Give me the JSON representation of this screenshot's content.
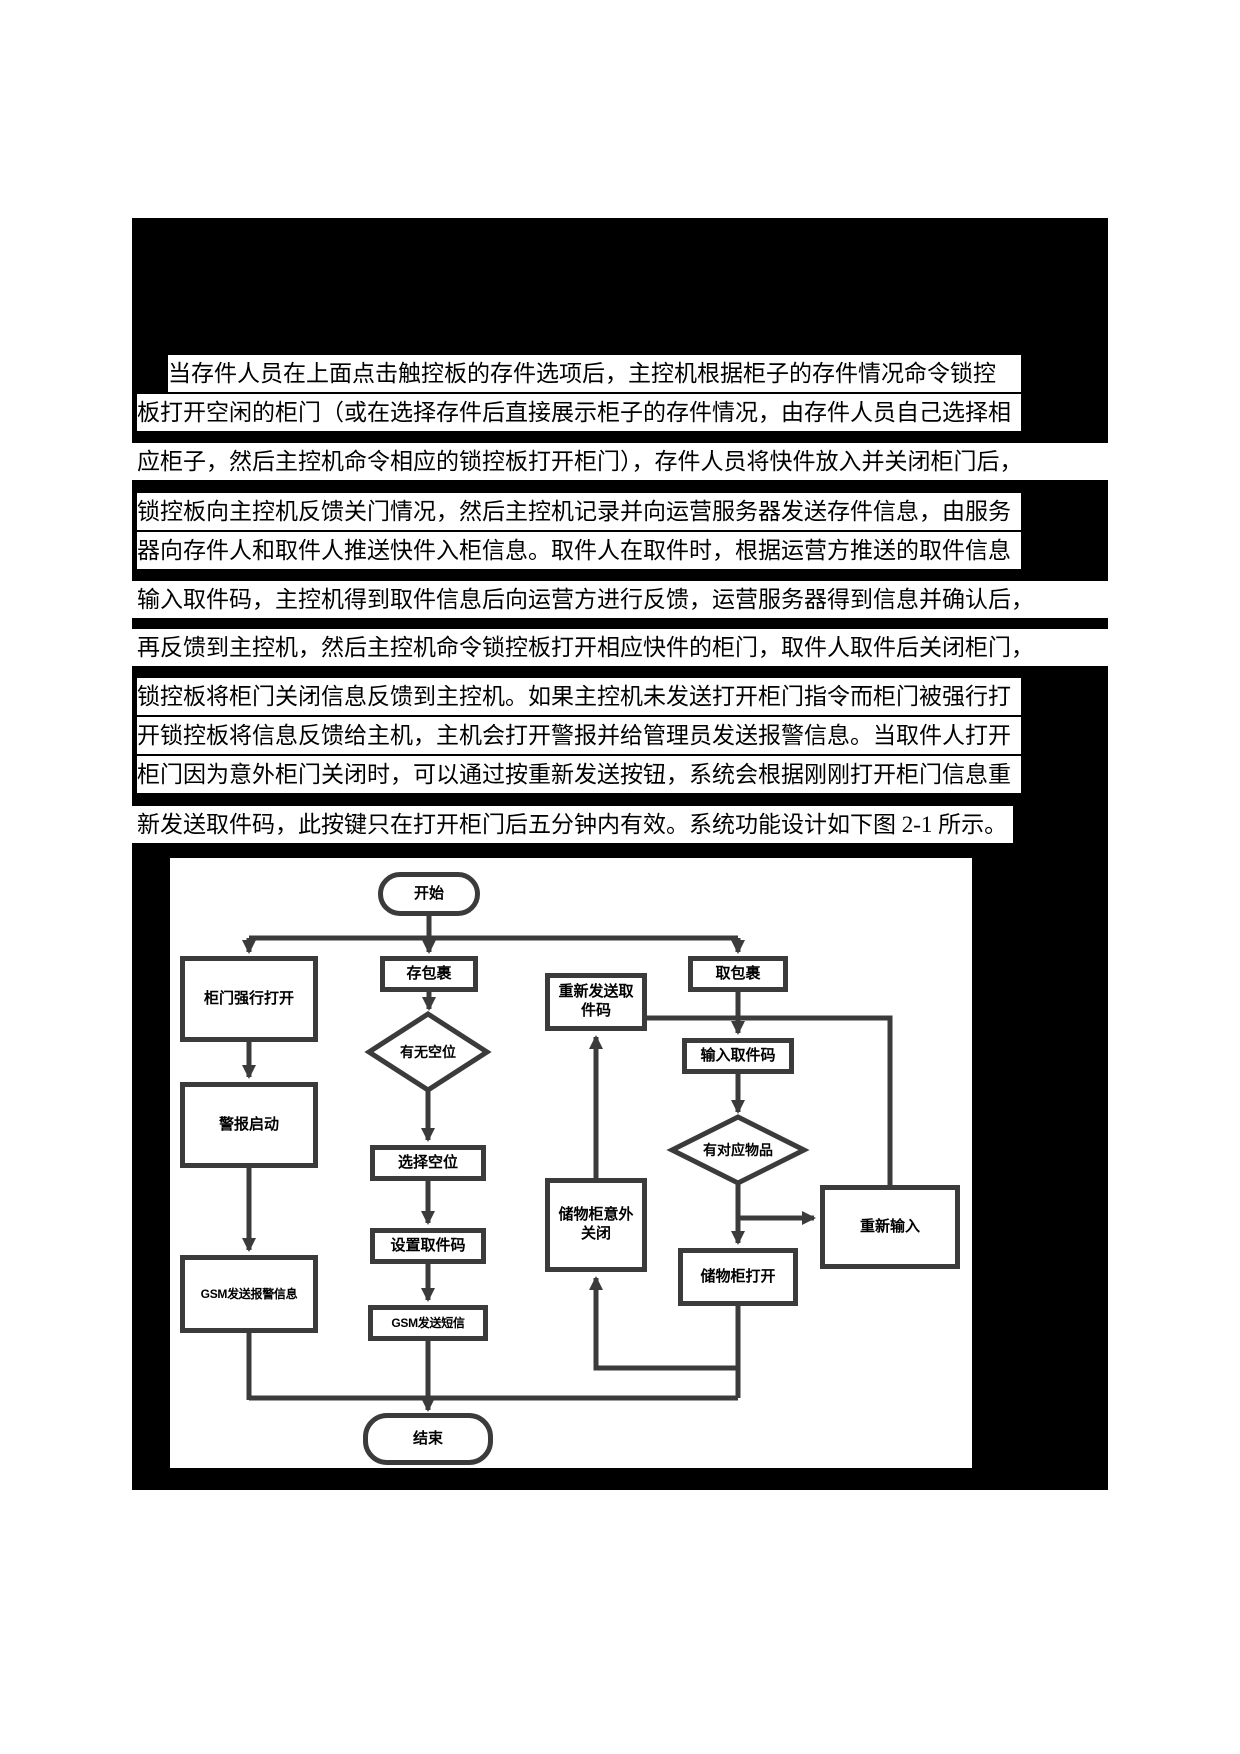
{
  "colors": {
    "scan_background": "#000000",
    "paper": "#ffffff",
    "line_color": "#3b3b3b",
    "text_color": "#000000"
  },
  "document": {
    "paragraph_lines": [
      "当存件人员在上面点击触控板的存件选项后，主控机根据柜子的存件情况命令锁控",
      "板打开空闲的柜门（或在选择存件后直接展示柜子的存件情况，由存件人员自己选择相",
      "应柜子，然后主控机命令相应的锁控板打开柜门），存件人员将快件放入并关闭柜门后，",
      "锁控板向主控机反馈关门情况，然后主控机记录并向运营服务器发送存件信息，由服务",
      "器向存件人和取件人推送快件入柜信息。取件人在取件时，根据运营方推送的取件信息",
      "输入取件码，主控机得到取件信息后向运营方进行反馈，运营服务器得到信息并确认后，",
      "再反馈到主控机，然后主控机命令锁控板打开相应快件的柜门，取件人取件后关闭柜门，",
      "锁控板将柜门关闭信息反馈到主控机。如果主控机未发送打开柜门指令而柜门被强行打",
      "开锁控板将信息反馈给主机，主机会打开警报并给管理员发送报警信息。当取件人打开",
      "柜门因为意外柜门关闭时，可以通过按重新发送按钮，系统会根据刚刚打开柜门信息重",
      "新发送取件码，此按键只在打开柜门后五分钟内有效。系统功能设计如下图 2-1 所示。"
    ],
    "figure_reference": "图2-1"
  },
  "flowchart": {
    "nodes": {
      "start": "开始",
      "door_forced_open": "柜门强行打开",
      "store_package": "存包裹",
      "take_package": "取包裹",
      "resend_pickup_code": "重新发送取件码",
      "has_empty_slot": "有无空位",
      "enter_pickup_code": "输入取件码",
      "alarm_start": "警报启动",
      "has_matching_item": "有对应物品",
      "choose_empty_slot": "选择空位",
      "locker_accident_closed": "储物柜意外关闭",
      "reenter": "重新输入",
      "set_pickup_code": "设置取件码",
      "locker_open": "储物柜打开",
      "gsm_send_alarm": "GSM发送报警信息",
      "gsm_send_sms": "GSM发送短信",
      "end": "结束"
    }
  }
}
